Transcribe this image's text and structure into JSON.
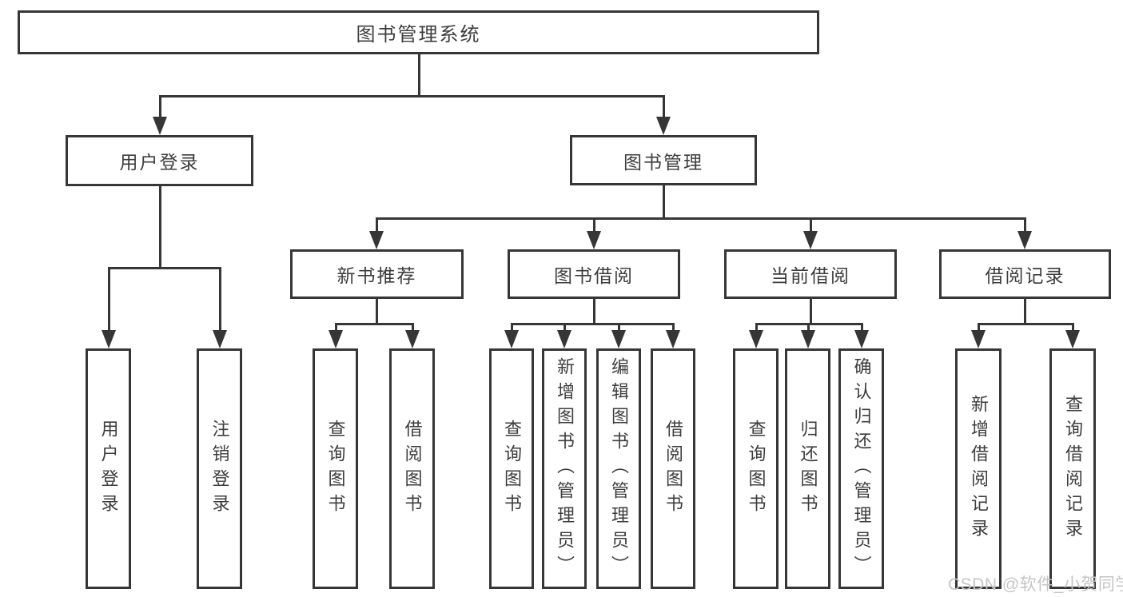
{
  "tree": {
    "root": "图书管理系统",
    "branches": [
      {
        "label": "用户登录",
        "children": [
          {
            "label": "用户登录"
          },
          {
            "label": "注销登录"
          }
        ]
      },
      {
        "label": "图书管理",
        "children": [
          {
            "label": "新书推荐",
            "children": [
              {
                "label": "查询图书"
              },
              {
                "label": "借阅图书"
              }
            ]
          },
          {
            "label": "图书借阅",
            "children": [
              {
                "label": "查询图书"
              },
              {
                "label": "新增图书（管理员）"
              },
              {
                "label": "编辑图书（管理员）"
              },
              {
                "label": "借阅图书"
              }
            ]
          },
          {
            "label": "当前借阅",
            "children": [
              {
                "label": "查询图书"
              },
              {
                "label": "归还图书"
              },
              {
                "label": "确认归还（管理员）"
              }
            ]
          },
          {
            "label": "借阅记录",
            "children": [
              {
                "label": "新增借阅记录"
              },
              {
                "label": "查询借阅记录"
              }
            ]
          }
        ]
      }
    ]
  },
  "watermark": {
    "text": "CSDN @软件_小贺同学"
  },
  "colors": {
    "line": "#363636",
    "text": "#3d3d3d",
    "background": "#ffffff",
    "watermark": "#c5c5c5"
  }
}
